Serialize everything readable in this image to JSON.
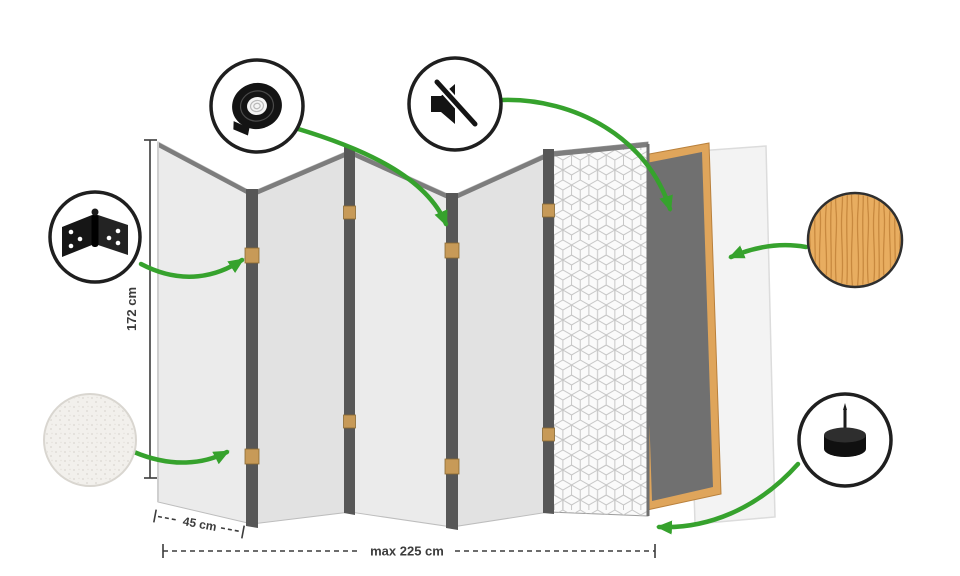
{
  "dimensions": {
    "height_label": "172 cm",
    "panel_width_label": "45 cm",
    "max_width_label": "max 225 cm"
  },
  "callouts": [
    {
      "id": "hinge",
      "icon": "hinge-icon"
    },
    {
      "id": "tape",
      "icon": "tape-roll-icon"
    },
    {
      "id": "mute",
      "icon": "muted-speaker-icon"
    },
    {
      "id": "wood",
      "icon": "wood-texture-swatch"
    },
    {
      "id": "felt-pad",
      "icon": "felt-pad-icon"
    },
    {
      "id": "fabric",
      "icon": "fabric-texture-swatch"
    }
  ],
  "colors": {
    "arrow_green": "#36a22d",
    "panel_face": "#ebebeb",
    "panel_face_alt": "#e2e2e2",
    "panel_pattern_face": "#fafafa",
    "panel_edge_dark": "#575757",
    "panel_top_edge": "#7d7d7d",
    "hinge_wood": "#c79a58",
    "pattern_line": "#c6c6c6",
    "backing_dark": "#707070",
    "frame_wood": "#dfa55b",
    "backing_white": "#f3f3f3",
    "wood_swatch": "#e8ad60",
    "text": "#3c3c3c"
  }
}
